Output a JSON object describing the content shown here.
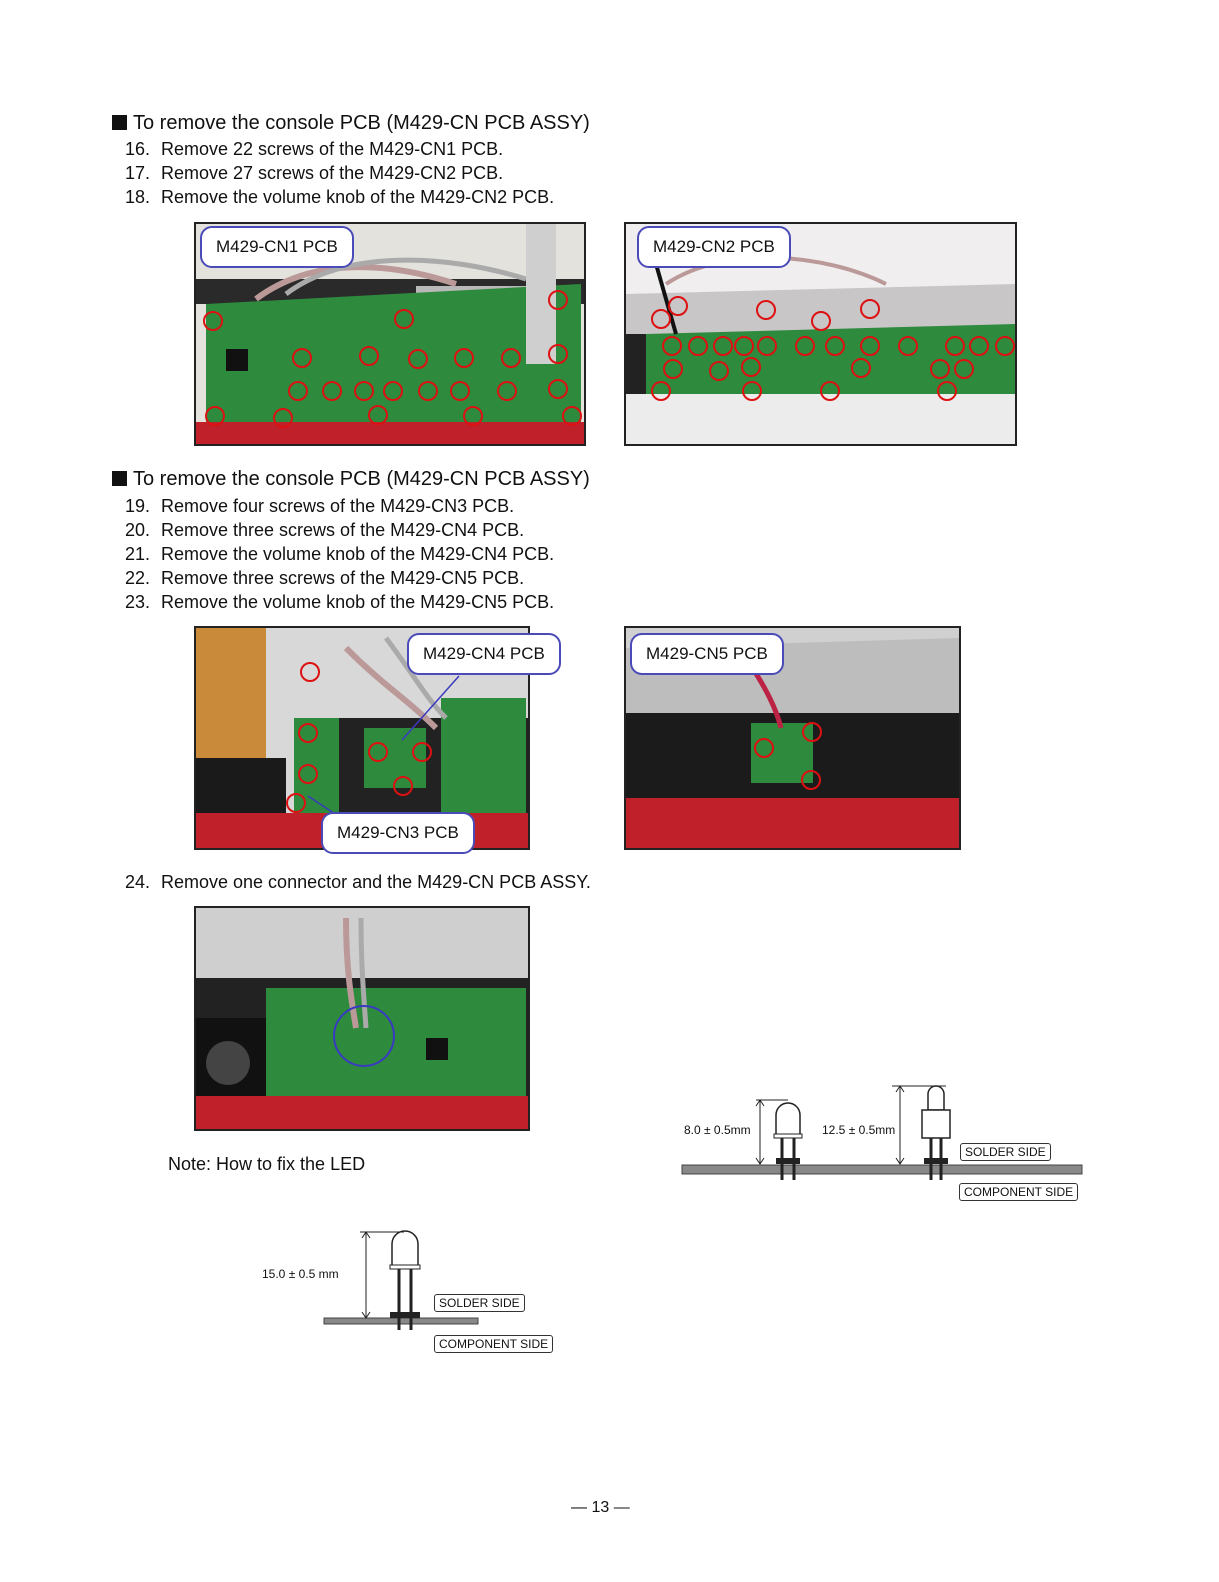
{
  "section1": {
    "heading": "To remove the console PCB (M429-CN PCB ASSY)",
    "steps": [
      {
        "num": "16.",
        "text": "Remove 22 screws of the M429-CN1 PCB."
      },
      {
        "num": "17.",
        "text": "Remove 27 screws of the M429-CN2 PCB."
      },
      {
        "num": "18.",
        "text": "Remove the volume knob of the M429-CN2 PCB."
      }
    ],
    "photo1_label": "M429-CN1 PCB",
    "photo2_label": "M429-CN2 PCB"
  },
  "section2": {
    "heading": "To remove the console PCB (M429-CN PCB ASSY)",
    "steps": [
      {
        "num": "19.",
        "text": "Remove four screws of the M429-CN3 PCB."
      },
      {
        "num": "20.",
        "text": "Remove three screws of the M429-CN4 PCB."
      },
      {
        "num": "21.",
        "text": "Remove the volume knob of the M429-CN4 PCB."
      },
      {
        "num": "22.",
        "text": "Remove three screws of the M429-CN5 PCB."
      },
      {
        "num": "23.",
        "text": "Remove the volume knob of the M429-CN5 PCB."
      }
    ],
    "photo3_label_cn4": "M429-CN4 PCB",
    "photo3_label_cn3": "M429-CN3 PCB",
    "photo4_label": "M429-CN5 PCB"
  },
  "section3": {
    "step": {
      "num": "24.",
      "text": "Remove one connector and the M429-CN PCB ASSY."
    }
  },
  "led_note": {
    "title": "Note: How to fix the LED",
    "dim_a": "8.0 ± 0.5mm",
    "dim_b": "12.5 ± 0.5mm",
    "dim_c": "15.0 ± 0.5 mm",
    "solder_side": "SOLDER SIDE",
    "component_side": "COMPONENT SIDE"
  },
  "footer": {
    "page": "— 13 —"
  },
  "colors": {
    "screw_circle": "#dd1111",
    "label_border": "#4a4ab8",
    "pcb_green": "#2e8b3e",
    "red_felt": "#c0202a"
  }
}
